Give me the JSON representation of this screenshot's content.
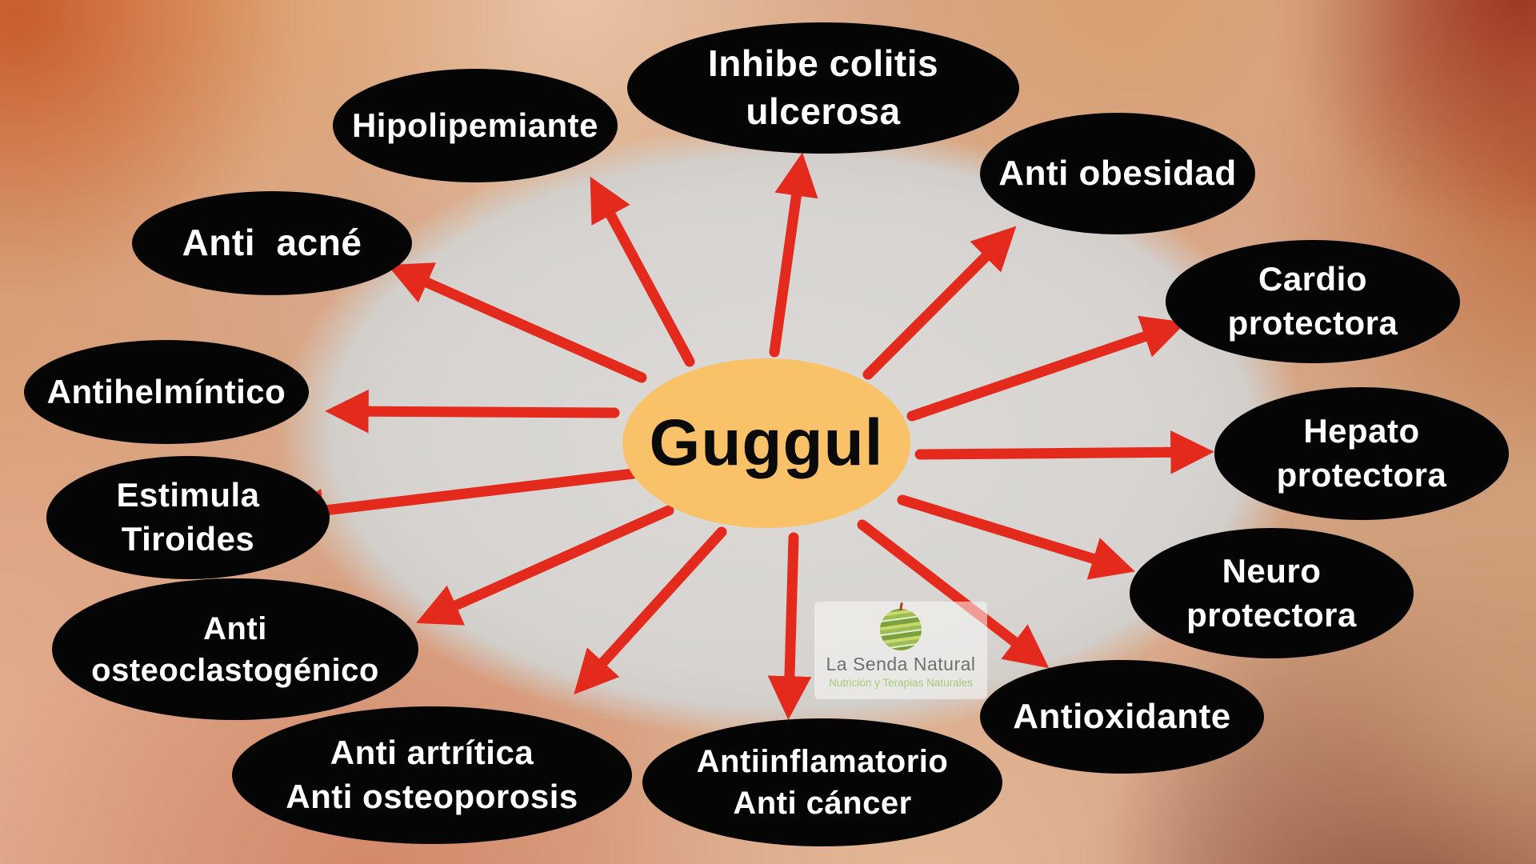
{
  "diagram": {
    "center": {
      "label": "Guggul"
    },
    "nodes": [
      {
        "id": "inhibe-colitis",
        "label": "Inhibe colitis\nulcerosa"
      },
      {
        "id": "hipolipemiante",
        "label": "Hipolipemiante"
      },
      {
        "id": "anti-obesidad",
        "label": "Anti obesidad"
      },
      {
        "id": "anti-acne",
        "label": "Anti  acné"
      },
      {
        "id": "cardio-protectora",
        "label": "Cardio\nprotectora"
      },
      {
        "id": "antihelmintico",
        "label": "Antihelmíntico"
      },
      {
        "id": "hepato-protectora",
        "label": "Hepato\nprotectora"
      },
      {
        "id": "estimula-tiroides",
        "label": "Estimula\nTiroides"
      },
      {
        "id": "neuro-protectora",
        "label": "Neuro\nprotectora"
      },
      {
        "id": "anti-osteoclastogenico",
        "label": "Anti\nosteoclastogénico"
      },
      {
        "id": "antioxidante",
        "label": "Antioxidante"
      },
      {
        "id": "anti-artritica",
        "label": "Anti artrítica\nAnti osteoporosis"
      },
      {
        "id": "antiinflamatorio",
        "label": "Antiinflamatorio\nAnti cáncer"
      }
    ],
    "colors": {
      "node_bg": "#050505",
      "node_text": "#ffffff",
      "center_bg": "#f9c269",
      "center_text": "#0a0a0a",
      "arrow": "#e42a1d",
      "backdrop_grey": "#d6d3d0"
    }
  },
  "watermark": {
    "brand": "La Senda Natural",
    "tagline": "Nutrición y Terapias Naturales"
  }
}
